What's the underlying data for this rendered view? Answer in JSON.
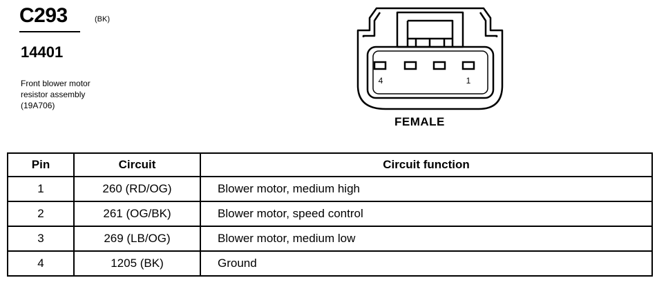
{
  "connector": {
    "id": "C293",
    "color_code": "(BK)",
    "part_number": "14401",
    "description_lines": [
      "Front blower motor",
      "resistor assembly",
      "(19A706)"
    ],
    "gender": "FEMALE",
    "pin_labels": {
      "left": "4",
      "right": "1"
    }
  },
  "table": {
    "headers": {
      "pin": "Pin",
      "circuit": "Circuit",
      "function": "Circuit function"
    },
    "rows": [
      {
        "pin": "1",
        "circuit": "260 (RD/OG)",
        "function": "Blower motor, medium high"
      },
      {
        "pin": "2",
        "circuit": "261 (OG/BK)",
        "function": "Blower motor, speed control"
      },
      {
        "pin": "3",
        "circuit": "269 (LB/OG)",
        "function": "Blower motor, medium low"
      },
      {
        "pin": "4",
        "circuit": "1205 (BK)",
        "function": "Ground"
      }
    ]
  }
}
